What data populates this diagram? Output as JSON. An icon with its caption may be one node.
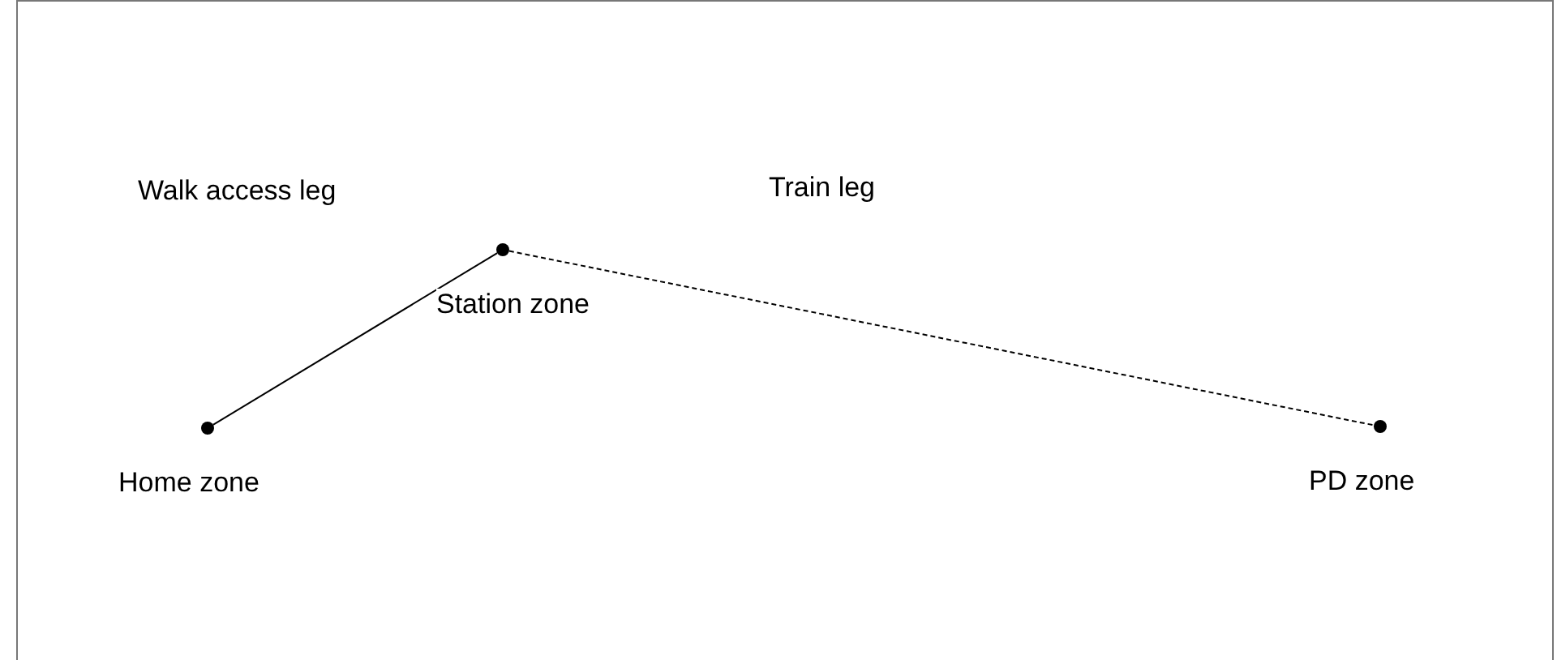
{
  "diagram": {
    "nodes": [
      {
        "text": [],
        "shape": "circle",
        "beside": [
          "Home zone"
        ]
      },
      {
        "text": [],
        "shape": "circle",
        "beside": [
          "Station zone"
        ]
      },
      {
        "text": [],
        "shape": "circle",
        "beside": [
          "PD zone"
        ]
      }
    ],
    "edges": [
      {
        "from": 0,
        "to": 1,
        "arrow": "none",
        "label": "Walk access leg"
      },
      {
        "from": 1,
        "to": 2,
        "arrow": "none",
        "label": "Train leg",
        "style": "dashed"
      }
    ]
  }
}
